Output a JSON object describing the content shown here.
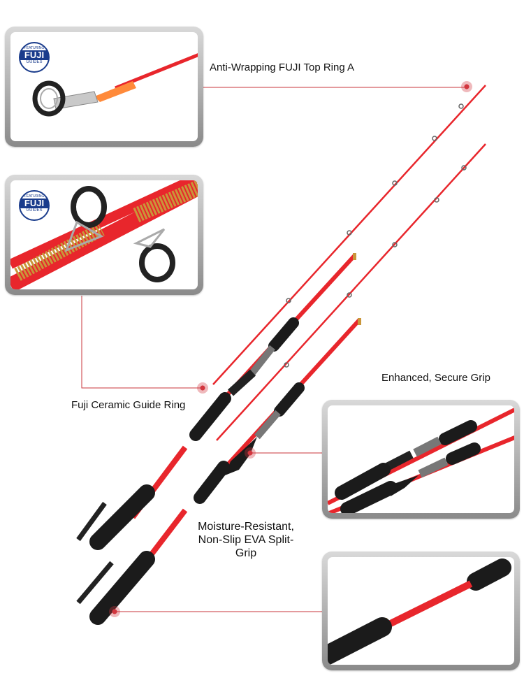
{
  "callouts": {
    "top_ring": "Anti-Wrapping FUJI Top Ring A",
    "guide_ring": "Fuji Ceramic Guide Ring",
    "secure_grip": "Enhanced, Secure Grip",
    "eva_grip_line1": "Moisture-Resistant,",
    "eva_grip_line2": "Non-Slip EVA Split-",
    "eva_grip_line3": "Grip"
  },
  "logo": {
    "small_text": "FEATURING",
    "brand": "FUJI",
    "sub_text": "GUIDES"
  },
  "colors": {
    "rod_red": "#e8262c",
    "callout_line": "#c8353b",
    "gold": "#c9963a",
    "handle_black": "#1b1b1b"
  }
}
